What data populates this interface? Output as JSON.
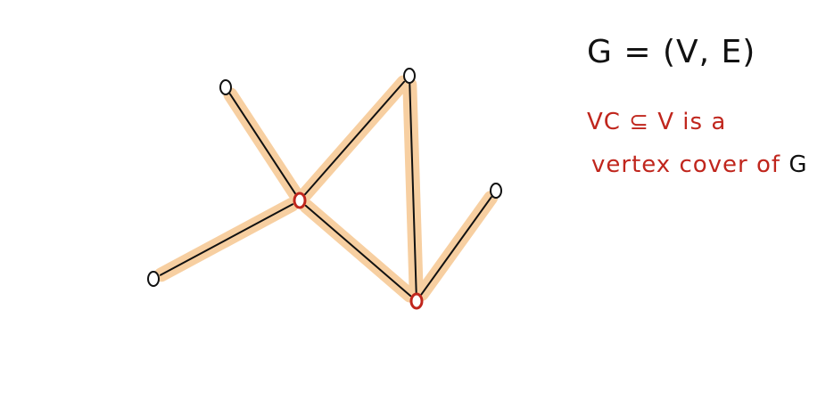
{
  "colors": {
    "highlight": "#f7cfa1",
    "edge": "#111111",
    "cover_node": "#c0261d",
    "text_red": "#c0261d",
    "text_black": "#111111"
  },
  "annotations": {
    "graph_def": "G = (V, E)",
    "line1_part1": "VC ⊆ V  is  a",
    "line2_part1": "vertex cover of",
    "line2_part2": "G"
  },
  "graph": {
    "nodes": [
      {
        "id": "top-left",
        "in_cover": false
      },
      {
        "id": "top",
        "in_cover": false
      },
      {
        "id": "center",
        "in_cover": true
      },
      {
        "id": "right",
        "in_cover": false
      },
      {
        "id": "left",
        "in_cover": false
      },
      {
        "id": "bottom",
        "in_cover": true
      }
    ],
    "edges": [
      {
        "from": "top-left",
        "to": "center",
        "covered": true
      },
      {
        "from": "top",
        "to": "center",
        "covered": true
      },
      {
        "from": "left",
        "to": "center",
        "covered": true
      },
      {
        "from": "center",
        "to": "bottom",
        "covered": true
      },
      {
        "from": "top",
        "to": "bottom",
        "covered": true
      },
      {
        "from": "right",
        "to": "bottom",
        "covered": true
      }
    ]
  }
}
